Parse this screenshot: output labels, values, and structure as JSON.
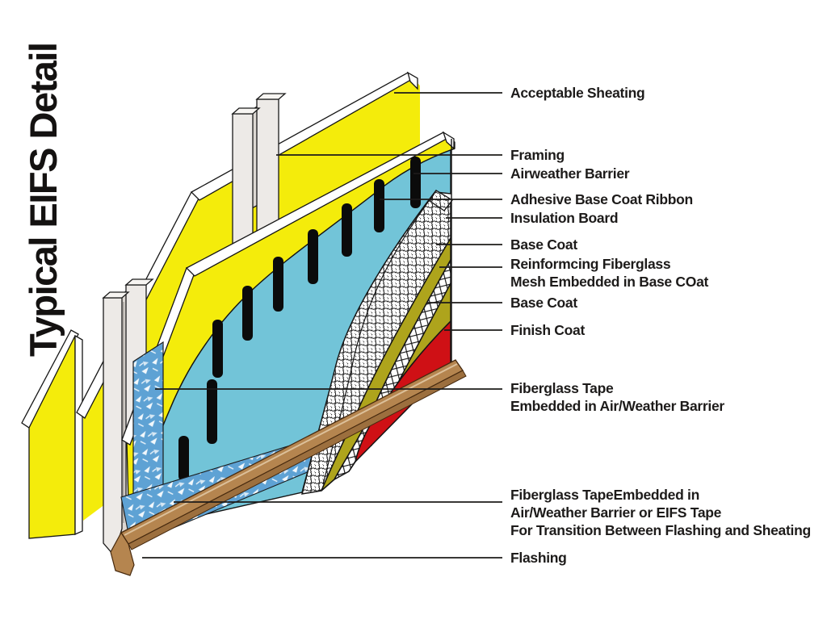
{
  "title": "Typical EIFS Detail",
  "colors": {
    "sheathing_yellow": "#F4EC0B",
    "barrier_blue": "#72C4D8",
    "tape_blue": "#5EA2D4",
    "base_coat_olive": "#AEA41C",
    "finish_coat_red": "#CF1015",
    "flashing_brown": "#B5854F",
    "flashing_highlight": "#DCC09A",
    "stud_gray": "#EDEAE7",
    "ribbon_black": "#0b0b0b",
    "line_black": "#1d1b1a"
  },
  "labels": [
    {
      "id": "acceptable-sheathing",
      "lines": [
        "Acceptable Sheating"
      ]
    },
    {
      "id": "framing",
      "lines": [
        "Framing"
      ]
    },
    {
      "id": "airweather-barrier",
      "lines": [
        "Airweather Barrier"
      ]
    },
    {
      "id": "adhesive-base-coat-ribbon",
      "lines": [
        "Adhesive Base Coat Ribbon"
      ]
    },
    {
      "id": "insulation-board",
      "lines": [
        "Insulation Board"
      ]
    },
    {
      "id": "base-coat-1",
      "lines": [
        "Base Coat"
      ]
    },
    {
      "id": "reinforcing-mesh",
      "lines": [
        "Reinformcing Fiberglass",
        "Mesh Embedded in Base COat"
      ]
    },
    {
      "id": "base-coat-2",
      "lines": [
        "Base Coat"
      ]
    },
    {
      "id": "finish-coat",
      "lines": [
        "Finish Coat"
      ]
    },
    {
      "id": "fiberglass-tape-barrier",
      "lines": [
        "Fiberglass Tape",
        "Embedded in Air/Weather Barrier"
      ]
    },
    {
      "id": "fiberglass-tape-transition",
      "lines": [
        "Fiberglass TapeEmbedded in",
        "Air/Weather Barrier or EIFS Tape",
        "For Transition Between Flashing and Sheating"
      ]
    },
    {
      "id": "flashing",
      "lines": [
        "Flashing"
      ]
    }
  ]
}
